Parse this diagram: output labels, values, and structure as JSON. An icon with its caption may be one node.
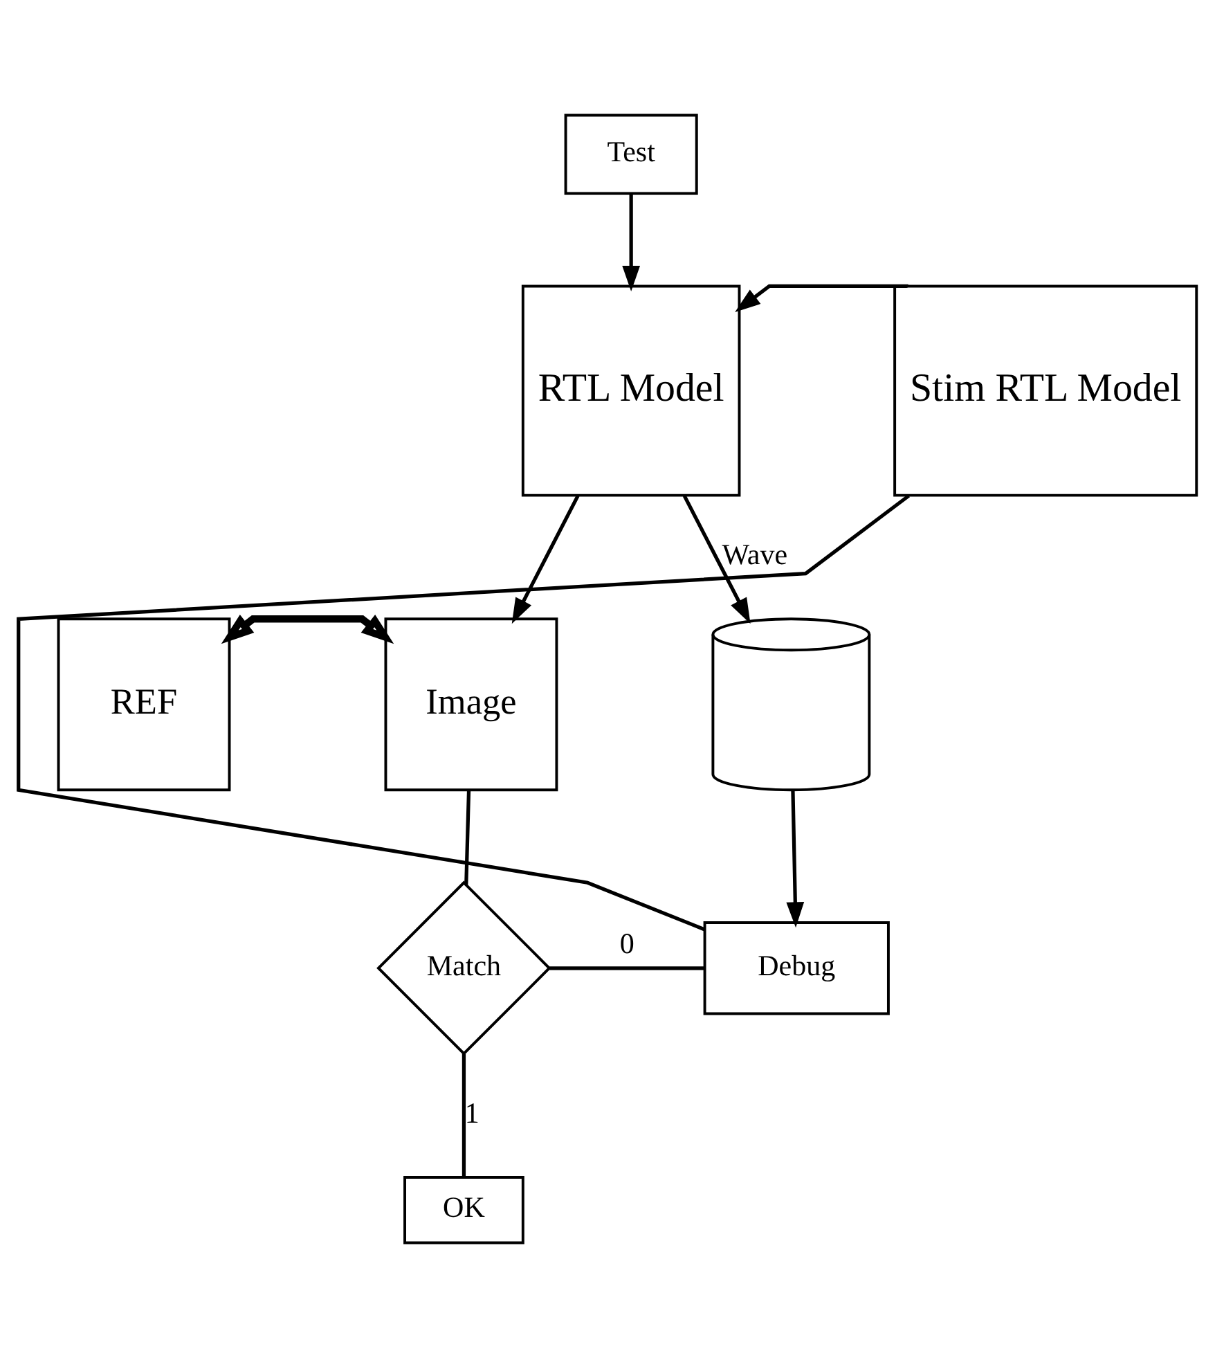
{
  "diagram": {
    "nodes": [
      {
        "text": [
          "Test"
        ]
      },
      {
        "text": [
          "RTL Model"
        ]
      },
      {
        "text": [
          "Stim RTL Model"
        ]
      },
      {
        "text": [
          "REF"
        ]
      },
      {
        "text": [
          "Image"
        ]
      },
      {
        "text": [],
        "shape": "cylinder"
      },
      {
        "text": [
          "Match"
        ]
      },
      {
        "text": [
          "Debug"
        ]
      },
      {
        "text": [
          "OK"
        ]
      }
    ],
    "edges": [
      {
        "from": 0,
        "to": 1,
        "arrow": "to"
      },
      {
        "from": 2,
        "to": 1,
        "arrow": "to"
      },
      {
        "from": 1,
        "to": 4,
        "arrow": "to"
      },
      {
        "from": 1,
        "to": 5,
        "arrow": "to",
        "label": "Wave"
      },
      {
        "from": 3,
        "to": 4,
        "arrow": "both",
        "style": "thick"
      },
      {
        "from": 4,
        "to": 6,
        "arrow": "none"
      },
      {
        "from": 5,
        "to": 7,
        "arrow": "to"
      },
      {
        "from": 6,
        "to": 7,
        "arrow": "none",
        "label": "0"
      },
      {
        "from": 6,
        "to": 8,
        "arrow": "none",
        "label": "1"
      },
      {
        "from": 7,
        "to": 2,
        "arrow": "none"
      }
    ]
  }
}
